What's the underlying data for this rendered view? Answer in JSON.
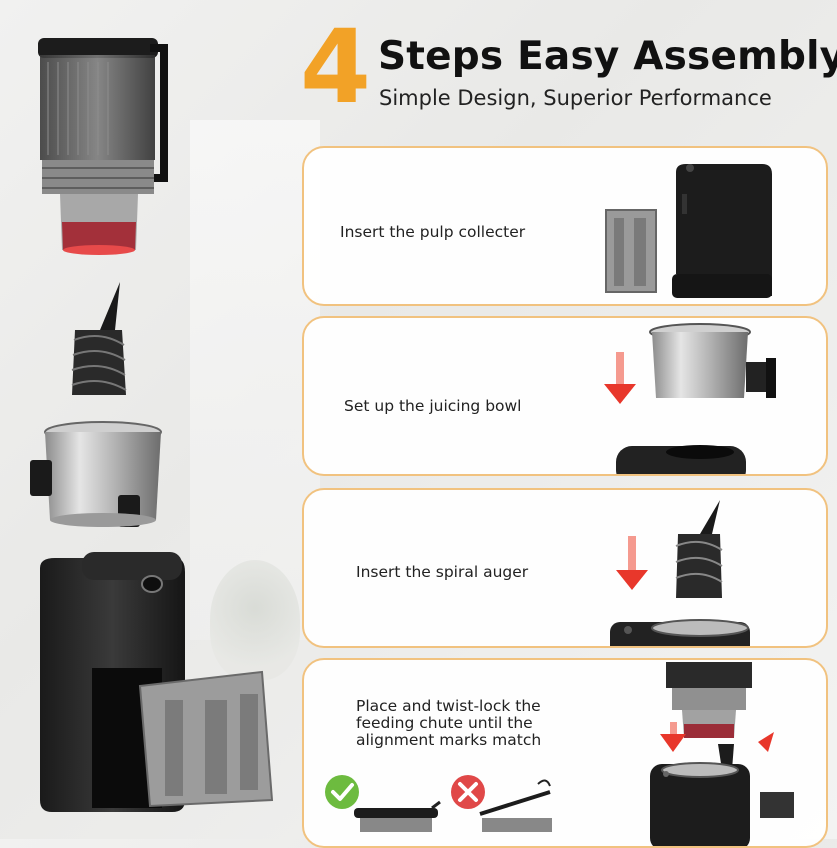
{
  "heading": {
    "number": "4",
    "title": "Steps Easy Assembly",
    "subtitle": "Simple Design, Superior Performance"
  },
  "steps": [
    {
      "text": "Insert the pulp collecter"
    },
    {
      "text": "Set up the juicing bowl"
    },
    {
      "text": "Insert the spiral auger"
    },
    {
      "lines": [
        "Place and twist-lock the",
        "feeding chute until the",
        "alignment marks match"
      ]
    }
  ],
  "colors": {
    "accent": "#f2a227",
    "card_border": "#f1c27f",
    "arrow": "#e8372b",
    "check": "#6dbb3f",
    "cross": "#e04848"
  },
  "icons": {
    "correct": "check-icon",
    "wrong": "cross-icon"
  }
}
